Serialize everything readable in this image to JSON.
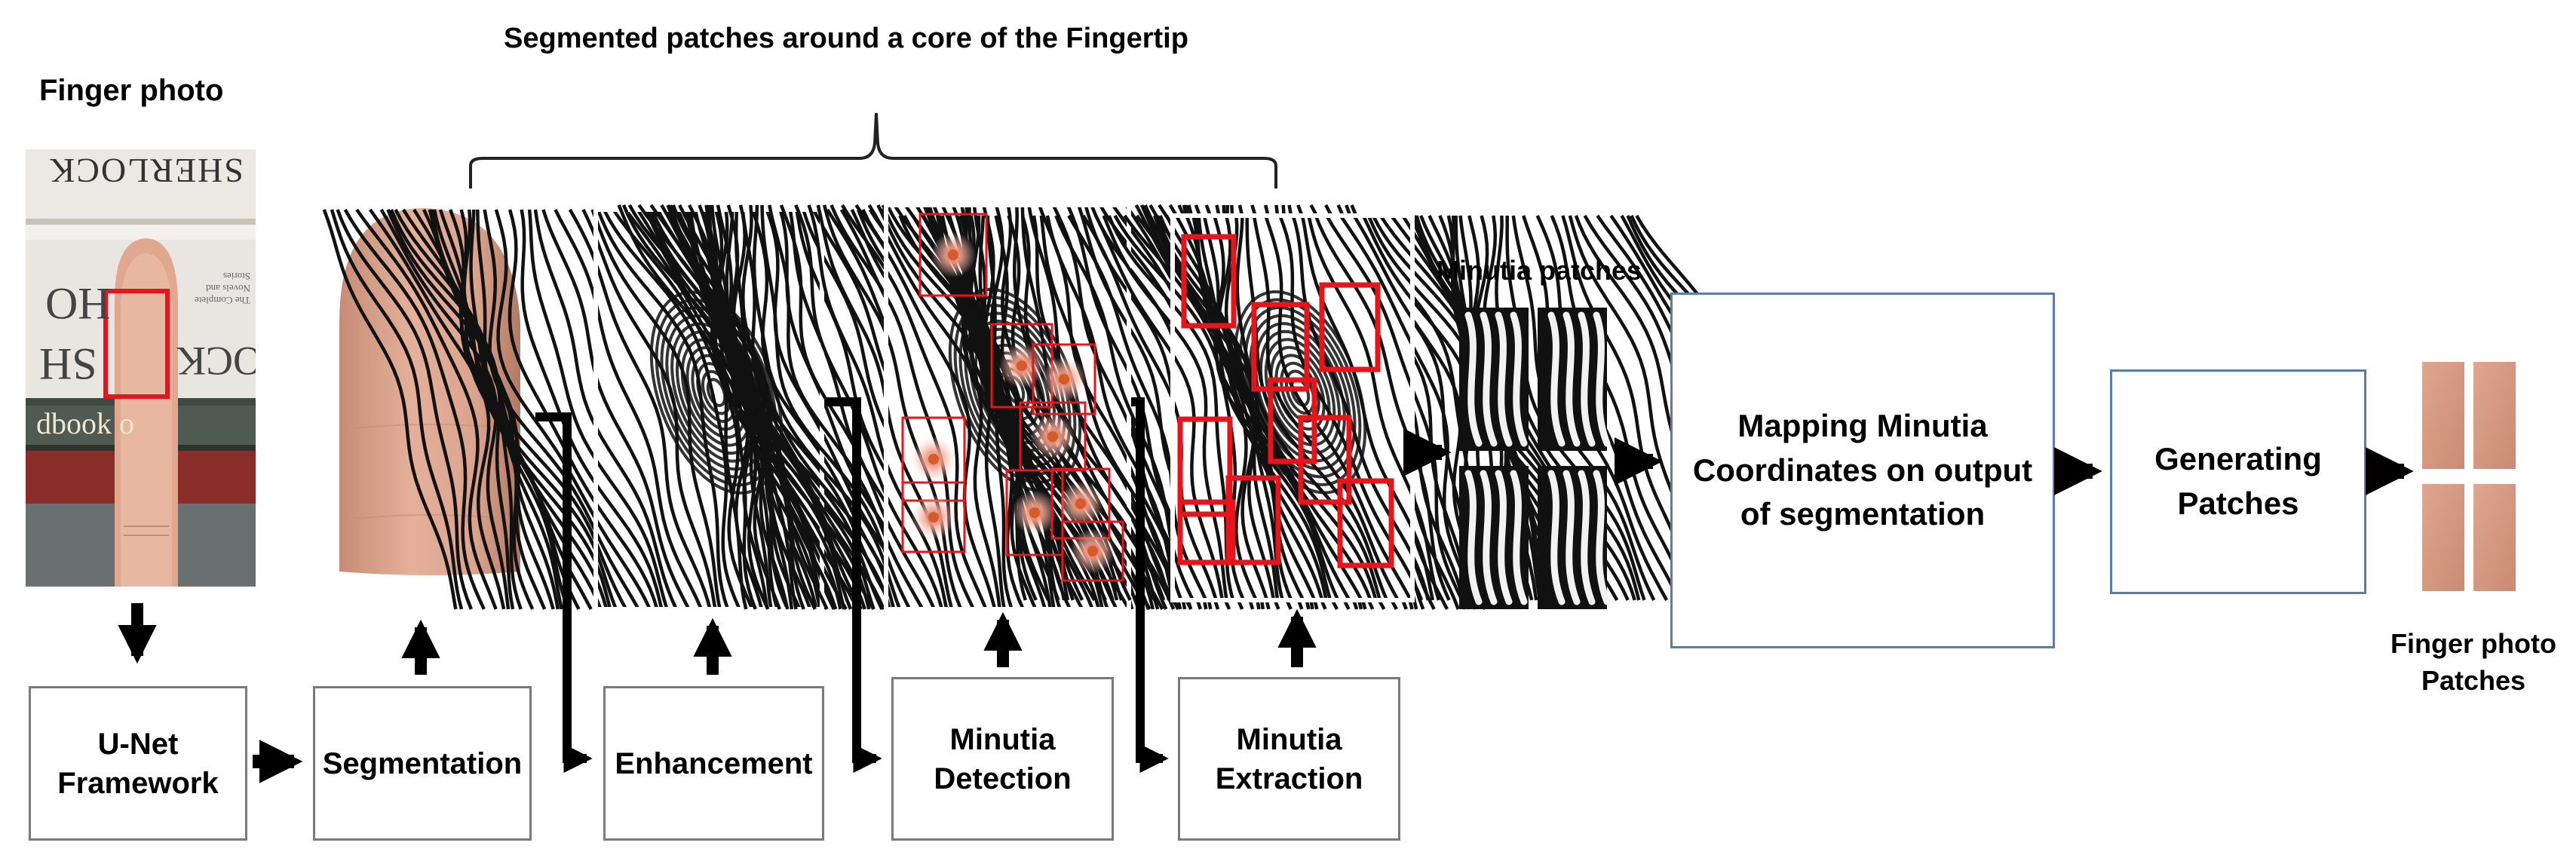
{
  "top_title": "Segmented patches around a core of the Fingertip",
  "finger_photo_title": "Finger photo",
  "book_text": {
    "spine_top": "SHERLOCK",
    "cover_a": "SH",
    "cover_b": "HO",
    "cover_c": "ERLOCK",
    "small_text": "The Complete Novels and Stories",
    "bottom_spine": "dbook o"
  },
  "steps": {
    "unet": "U-Net Framework",
    "segmentation": "Segmentation",
    "enhancement": "Enhancement",
    "minutia_detection": "Minutia Detection",
    "minutia_extraction": "Minutia Extraction"
  },
  "minutia_patches_label": "Minutia patches",
  "mapping_box": "Mapping Minutia Coordinates on output of segmentation",
  "generating_box": "Generating Patches",
  "finger_photo_patches_label": "Finger photo Patches",
  "colors": {
    "highlight_red": "#e8141c",
    "box_border_blue": "#5b7ab0",
    "box_border_gray": "#7a7a7a",
    "skin": "#d9a58c"
  }
}
